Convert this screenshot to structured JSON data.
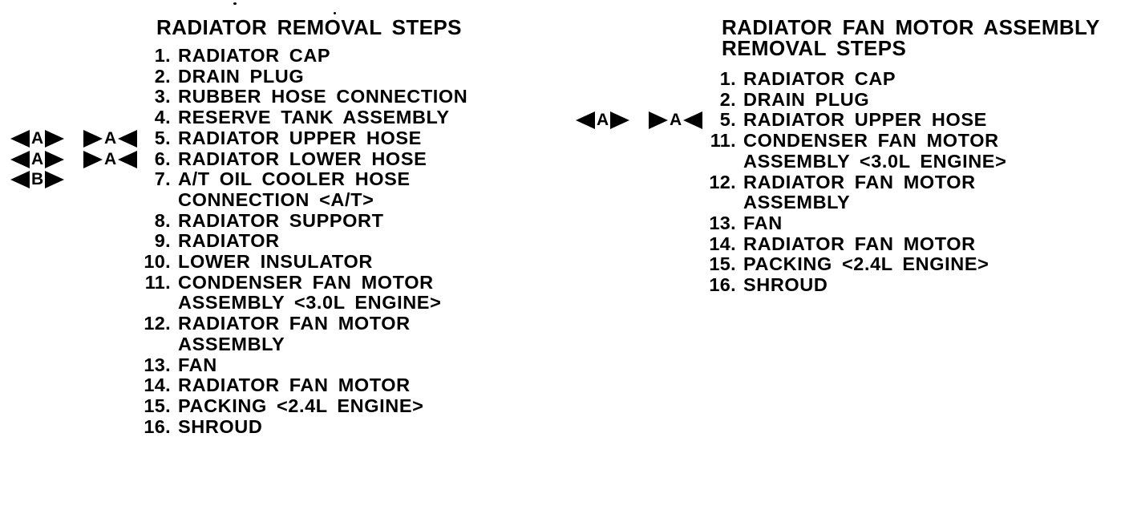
{
  "page": {
    "background_color": "#ffffff",
    "ink_color": "#000000",
    "marker_styles": {
      "outward": "triangles point away from letter (left-triangle, letter, right-triangle)",
      "inward": "triangles point toward letter (right-triangle, letter, left-triangle)"
    }
  },
  "sections": [
    {
      "id": "radiator-removal",
      "title_lines": [
        "RADIATOR REMOVAL STEPS"
      ],
      "items": [
        {
          "num": "1.",
          "lines": [
            "RADIATOR CAP"
          ]
        },
        {
          "num": "2.",
          "lines": [
            "DRAIN PLUG"
          ]
        },
        {
          "num": "3.",
          "lines": [
            "RUBBER HOSE CONNECTION"
          ]
        },
        {
          "num": "4.",
          "lines": [
            "RESERVE TANK ASSEMBLY"
          ]
        },
        {
          "num": "5.",
          "lines": [
            "RADIATOR UPPER HOSE"
          ],
          "markers": [
            {
              "type": "outward",
              "letter": "A"
            },
            {
              "type": "inward",
              "letter": "A"
            }
          ]
        },
        {
          "num": "6.",
          "lines": [
            "RADIATOR LOWER HOSE"
          ],
          "markers": [
            {
              "type": "outward",
              "letter": "A"
            },
            {
              "type": "inward",
              "letter": "A"
            }
          ]
        },
        {
          "num": "7.",
          "lines": [
            "A/T OIL COOLER HOSE",
            "CONNECTION <A/T>"
          ],
          "markers": [
            {
              "type": "outward",
              "letter": "B"
            }
          ]
        },
        {
          "num": "8.",
          "lines": [
            "RADIATOR SUPPORT"
          ]
        },
        {
          "num": "9.",
          "lines": [
            "RADIATOR"
          ]
        },
        {
          "num": "10.",
          "lines": [
            "LOWER INSULATOR"
          ]
        },
        {
          "num": "11.",
          "lines": [
            "CONDENSER FAN MOTOR",
            "ASSEMBLY <3.0L ENGINE>"
          ]
        },
        {
          "num": "12.",
          "lines": [
            "RADIATOR FAN MOTOR",
            "ASSEMBLY"
          ]
        },
        {
          "num": "13.",
          "lines": [
            "FAN"
          ]
        },
        {
          "num": "14.",
          "lines": [
            "RADIATOR FAN MOTOR"
          ]
        },
        {
          "num": "15.",
          "lines": [
            "PACKING <2.4L ENGINE>"
          ]
        },
        {
          "num": "16.",
          "lines": [
            "SHROUD"
          ]
        }
      ]
    },
    {
      "id": "radiator-fan-motor-assembly-removal",
      "title_lines": [
        "RADIATOR FAN MOTOR ASSEMBLY",
        "REMOVAL STEPS"
      ],
      "items": [
        {
          "num": "1.",
          "lines": [
            "RADIATOR CAP"
          ]
        },
        {
          "num": "2.",
          "lines": [
            "DRAIN PLUG"
          ]
        },
        {
          "num": "5.",
          "lines": [
            "RADIATOR UPPER HOSE"
          ],
          "markers": [
            {
              "type": "outward",
              "letter": "A"
            },
            {
              "type": "inward",
              "letter": "A"
            }
          ]
        },
        {
          "num": "11.",
          "lines": [
            "CONDENSER FAN MOTOR",
            "ASSEMBLY <3.0L ENGINE>"
          ]
        },
        {
          "num": "12.",
          "lines": [
            "RADIATOR FAN MOTOR",
            "ASSEMBLY"
          ]
        },
        {
          "num": "13.",
          "lines": [
            "FAN"
          ]
        },
        {
          "num": "14.",
          "lines": [
            "RADIATOR FAN MOTOR"
          ]
        },
        {
          "num": "15.",
          "lines": [
            "PACKING <2.4L ENGINE>"
          ]
        },
        {
          "num": "16.",
          "lines": [
            "SHROUD"
          ]
        }
      ]
    }
  ]
}
